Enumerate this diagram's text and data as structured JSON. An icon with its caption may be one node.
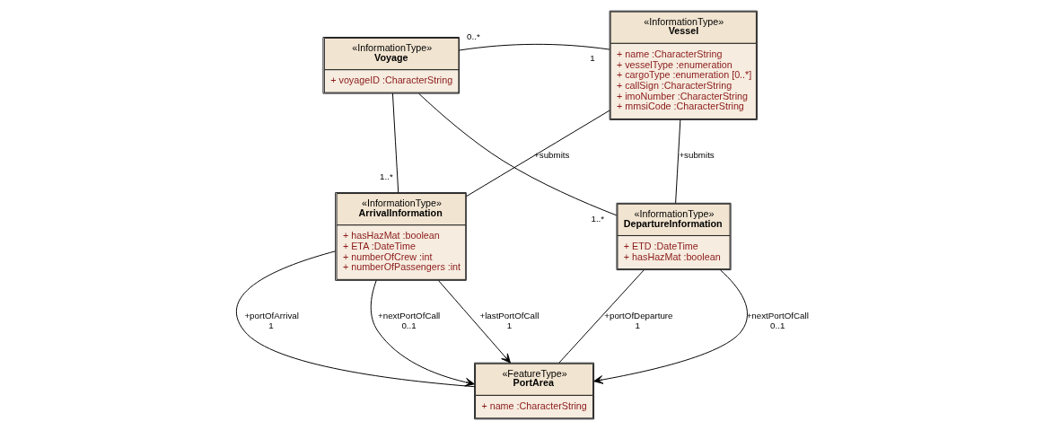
{
  "diagram": {
    "nodes": [
      {
        "text": [
          "«InformationType»",
          "Voyage",
          "+ voyageID :CharacterString"
        ]
      },
      {
        "text": [
          "«InformationType»",
          "Vessel",
          "+ name :CharacterString",
          "+ vesselType :enumeration",
          "+ cargoType :enumeration [0..*]",
          "+ callSign :CharacterString",
          "+ imoNumber :CharacterString",
          "+ mmsiCode :CharacterString"
        ]
      },
      {
        "text": [
          "«InformationType»",
          "ArrivalInformation",
          "+ hasHazMat :boolean",
          "+ ETA :DateTime",
          "+ numberOfCrew :int",
          "+ numberOfPassengers :int"
        ]
      },
      {
        "text": [
          "«FeatureType»",
          "PortArea",
          "+ name :CharacterString"
        ]
      },
      {
        "text": [
          "«InformationType»",
          "DepartureInformation",
          "+ ETD :DateTime",
          "+ hasHazMat :boolean"
        ]
      }
    ],
    "edges": [
      {
        "from": 0,
        "to": 1,
        "arrow": "none"
      },
      {
        "from": 0,
        "to": 2,
        "arrow": "none"
      },
      {
        "from": 0,
        "to": 4,
        "arrow": "none"
      },
      {
        "from": 1,
        "to": 2,
        "arrow": "none",
        "label": "+submits"
      },
      {
        "from": 1,
        "to": 4,
        "arrow": "none",
        "label": "+submits"
      },
      {
        "from": 2,
        "to": 3,
        "arrow": "none",
        "label": "+portOfArrival"
      },
      {
        "from": 2,
        "to": 3,
        "arrow": "to",
        "label": "+nextPortOfCall"
      },
      {
        "from": 2,
        "to": 3,
        "arrow": "to",
        "label": "+lastPortOfCall"
      },
      {
        "from": 4,
        "to": 3,
        "arrow": "to",
        "label": "+nextPortOfCall"
      },
      {
        "from": 4,
        "to": 3,
        "arrow": "none",
        "label": "+portOfDeparture"
      }
    ],
    "labels": [
      "0..*",
      "1",
      "1..*",
      "1..*",
      "1",
      "0..1",
      "0..1",
      "1",
      "1"
    ]
  }
}
